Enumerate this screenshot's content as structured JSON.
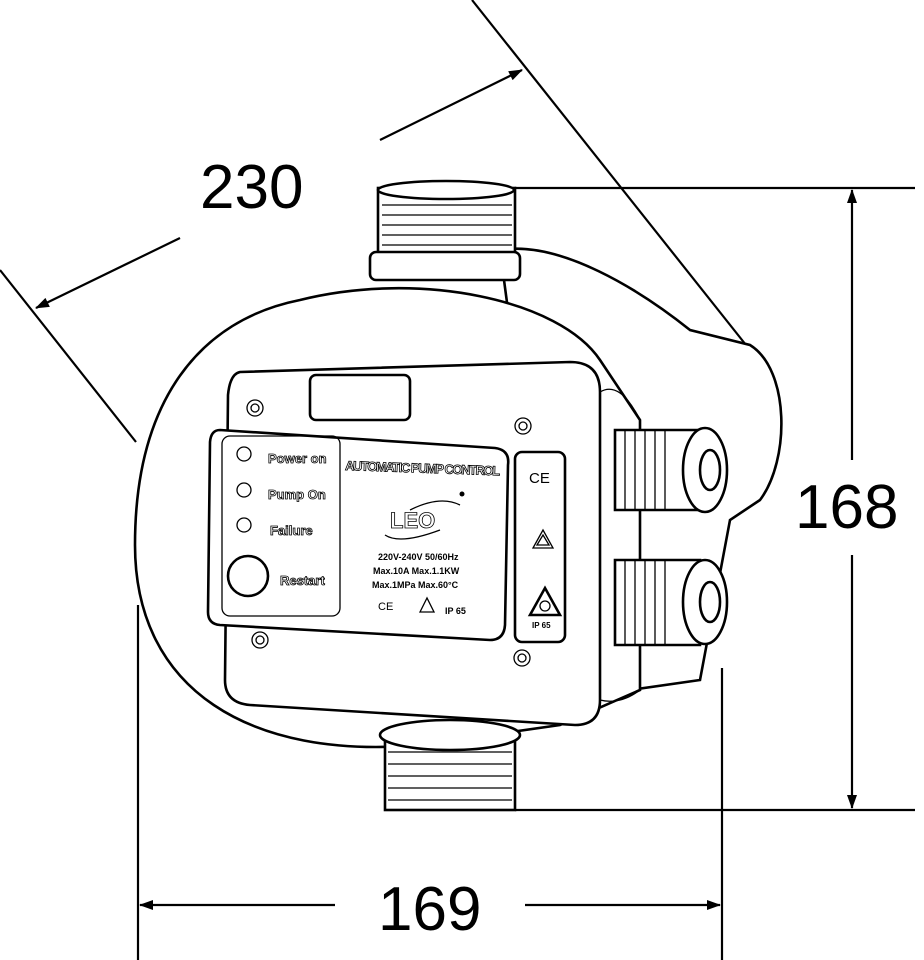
{
  "dimensions": {
    "depth": "230",
    "height": "168",
    "width": "169"
  },
  "panel": {
    "title": "AUTOMATIC PUMP CONTROL",
    "brand": "LEO",
    "indicators": [
      "Power on",
      "Pump On",
      "Failure"
    ],
    "restart_label": "Restart",
    "spec_line_1": "220V-240V   50/60Hz",
    "spec_line_2": "Max.10A  Max.1.1KW",
    "spec_line_3": "Max.1MPa Max.60°C",
    "ce": "CE",
    "ip": "IP 65"
  },
  "side_label": {
    "ce": "CE",
    "ip": "IP 65"
  }
}
